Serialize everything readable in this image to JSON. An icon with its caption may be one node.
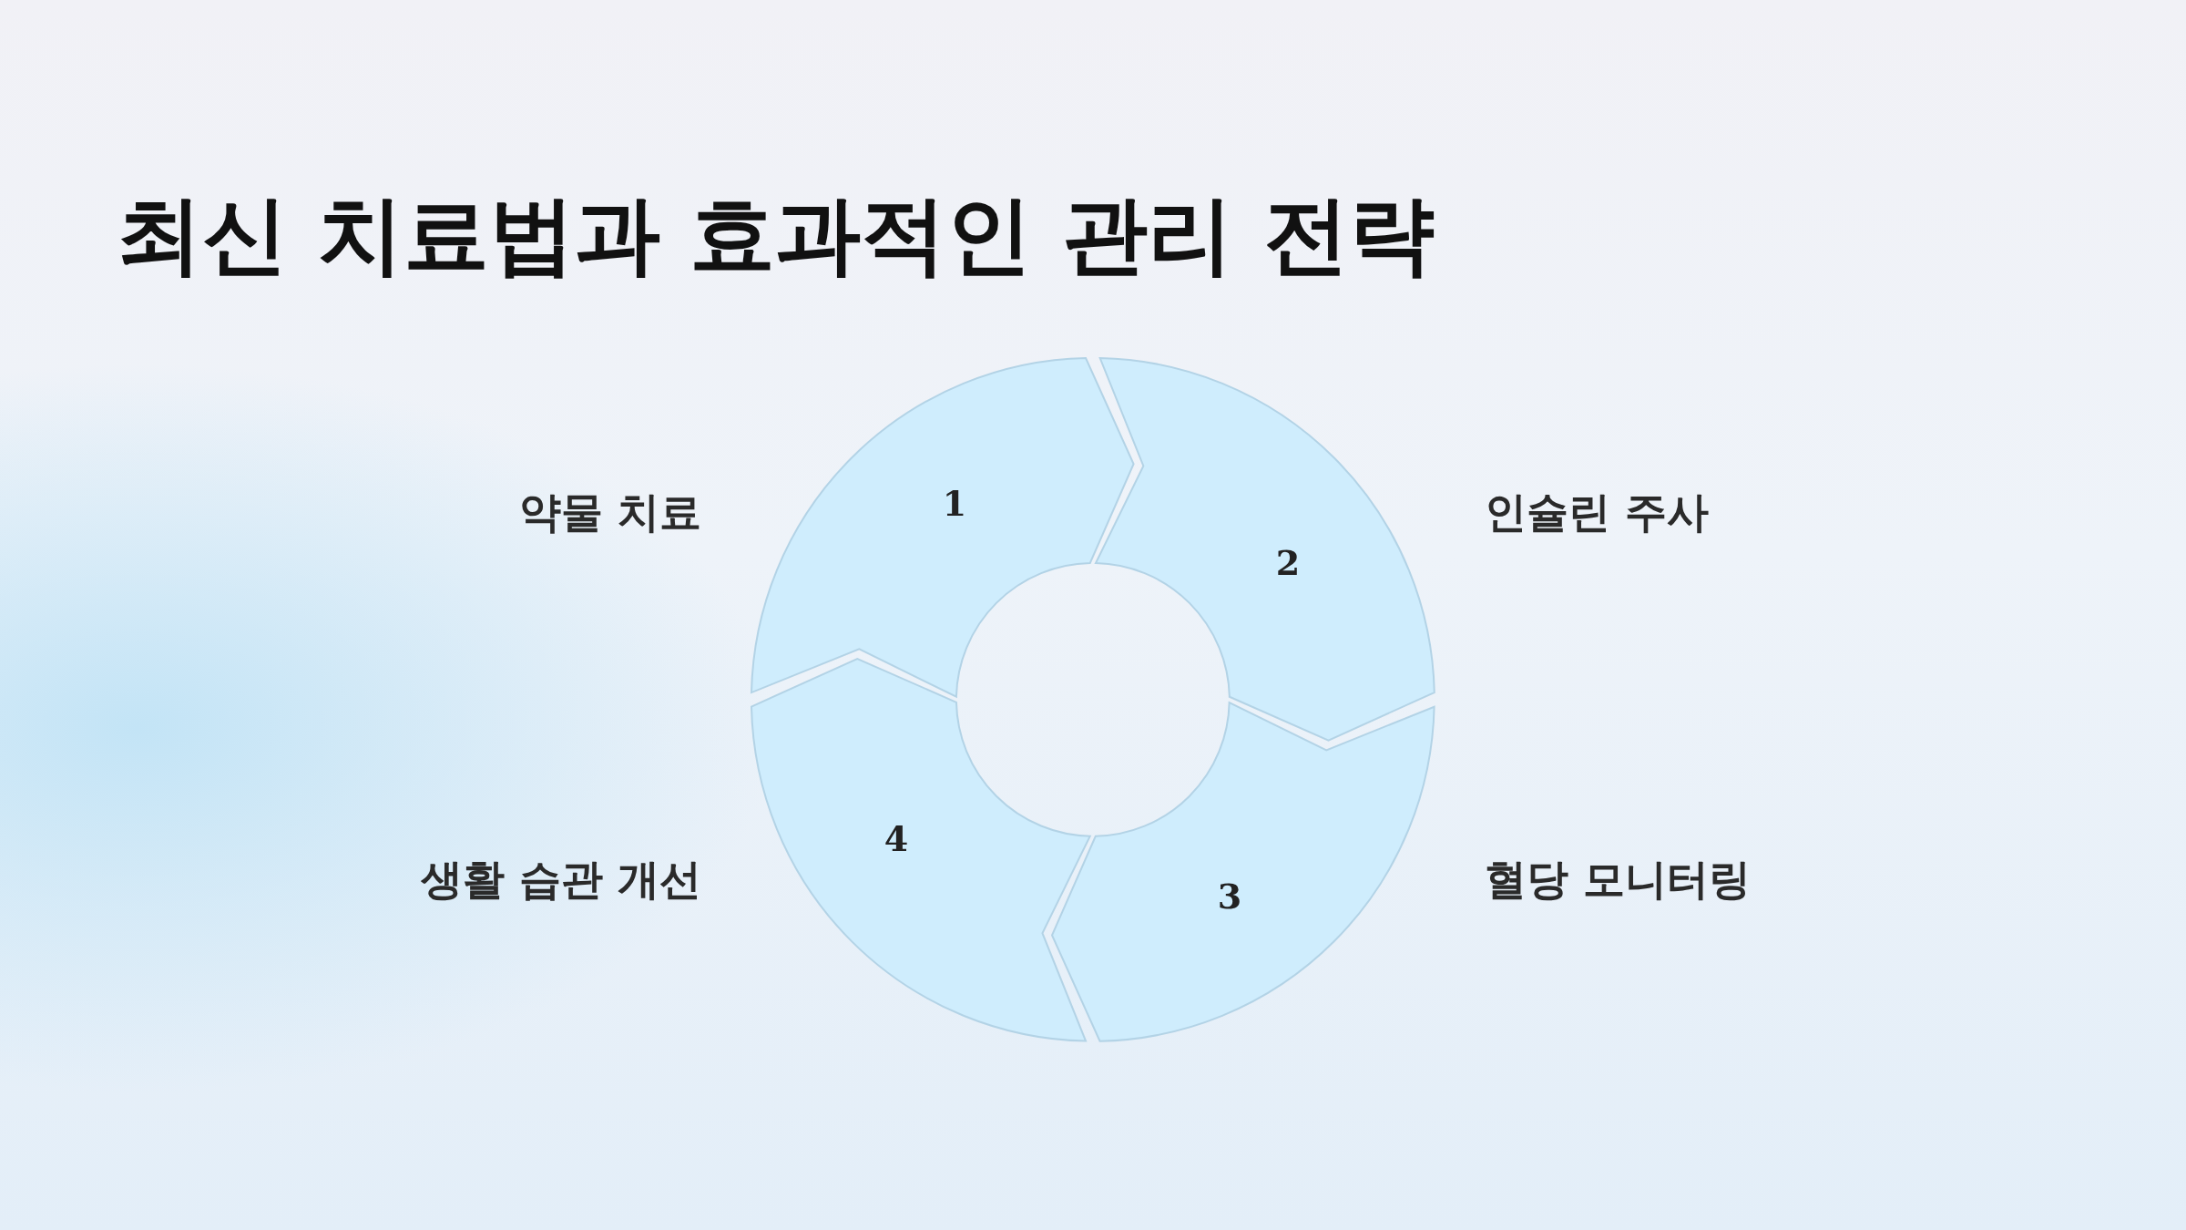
{
  "diagram": {
    "title": "최신 치료법과 효과적인 관리 전략",
    "nodes": [
      {
        "text": [
          "1"
        ],
        "beside": [
          "약물 치료"
        ]
      },
      {
        "text": [
          "2"
        ],
        "beside": [
          "인슐린 주사"
        ]
      },
      {
        "text": [
          "3"
        ],
        "beside": [
          "혈당 모니터링"
        ]
      },
      {
        "text": [
          "4"
        ],
        "beside": [
          "생활 습관 개선"
        ]
      }
    ]
  }
}
